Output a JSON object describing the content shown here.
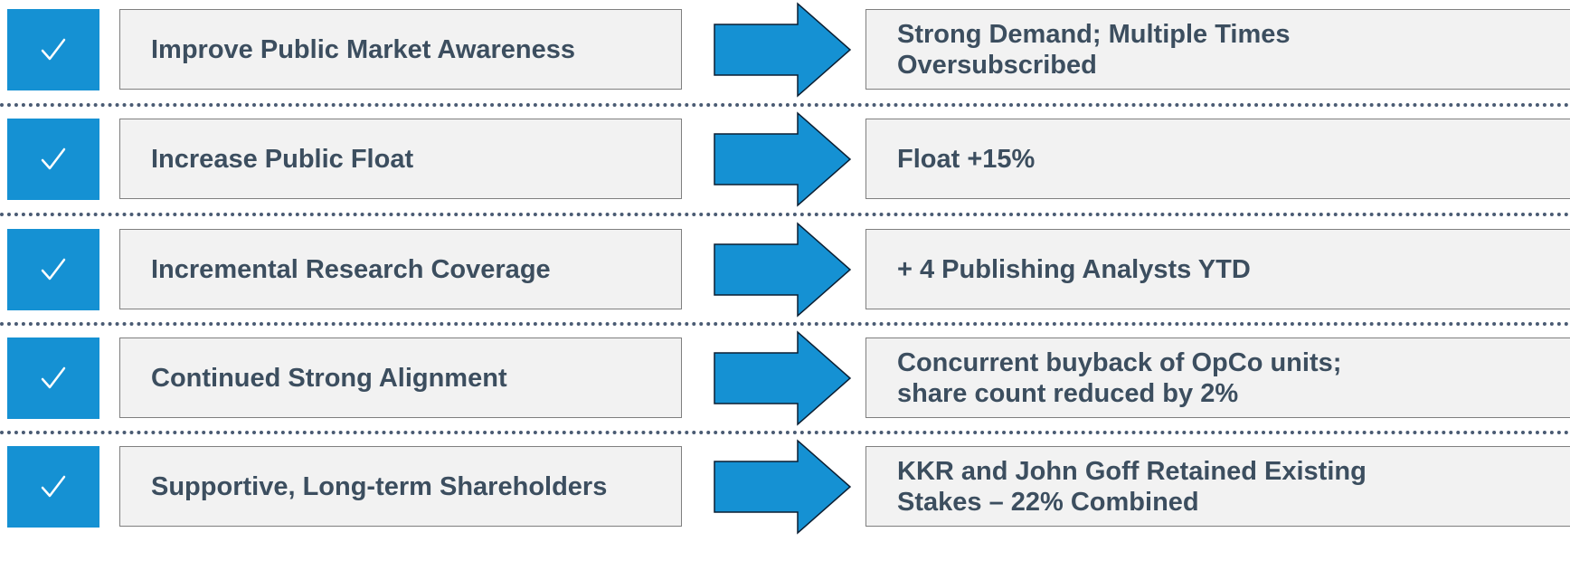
{
  "rows": [
    {
      "goal": "Improve Public Market Awareness",
      "result_lines": [
        "Strong Demand; Multiple Times",
        "Oversubscribed"
      ]
    },
    {
      "goal": "Increase Public Float",
      "result_lines": [
        "Float +15%"
      ]
    },
    {
      "goal": "Incremental Research Coverage",
      "result_lines": [
        "+ 4 Publishing Analysts YTD"
      ]
    },
    {
      "goal": "Continued Strong Alignment",
      "result_lines": [
        "Concurrent buyback of OpCo units;",
        "share count reduced by 2%"
      ]
    },
    {
      "goal": "Supportive, Long-term Shareholders",
      "result_lines": [
        "KKR and John Goff Retained Existing",
        "Stakes – 22% Combined"
      ]
    }
  ],
  "colors": {
    "accent": "#1591d3",
    "box_fill": "#f2f2f2",
    "text": "#3c4e5f",
    "divider": "#4a5b73"
  },
  "icons": {
    "status": "checkmark-icon",
    "connector": "right-arrow-icon"
  }
}
